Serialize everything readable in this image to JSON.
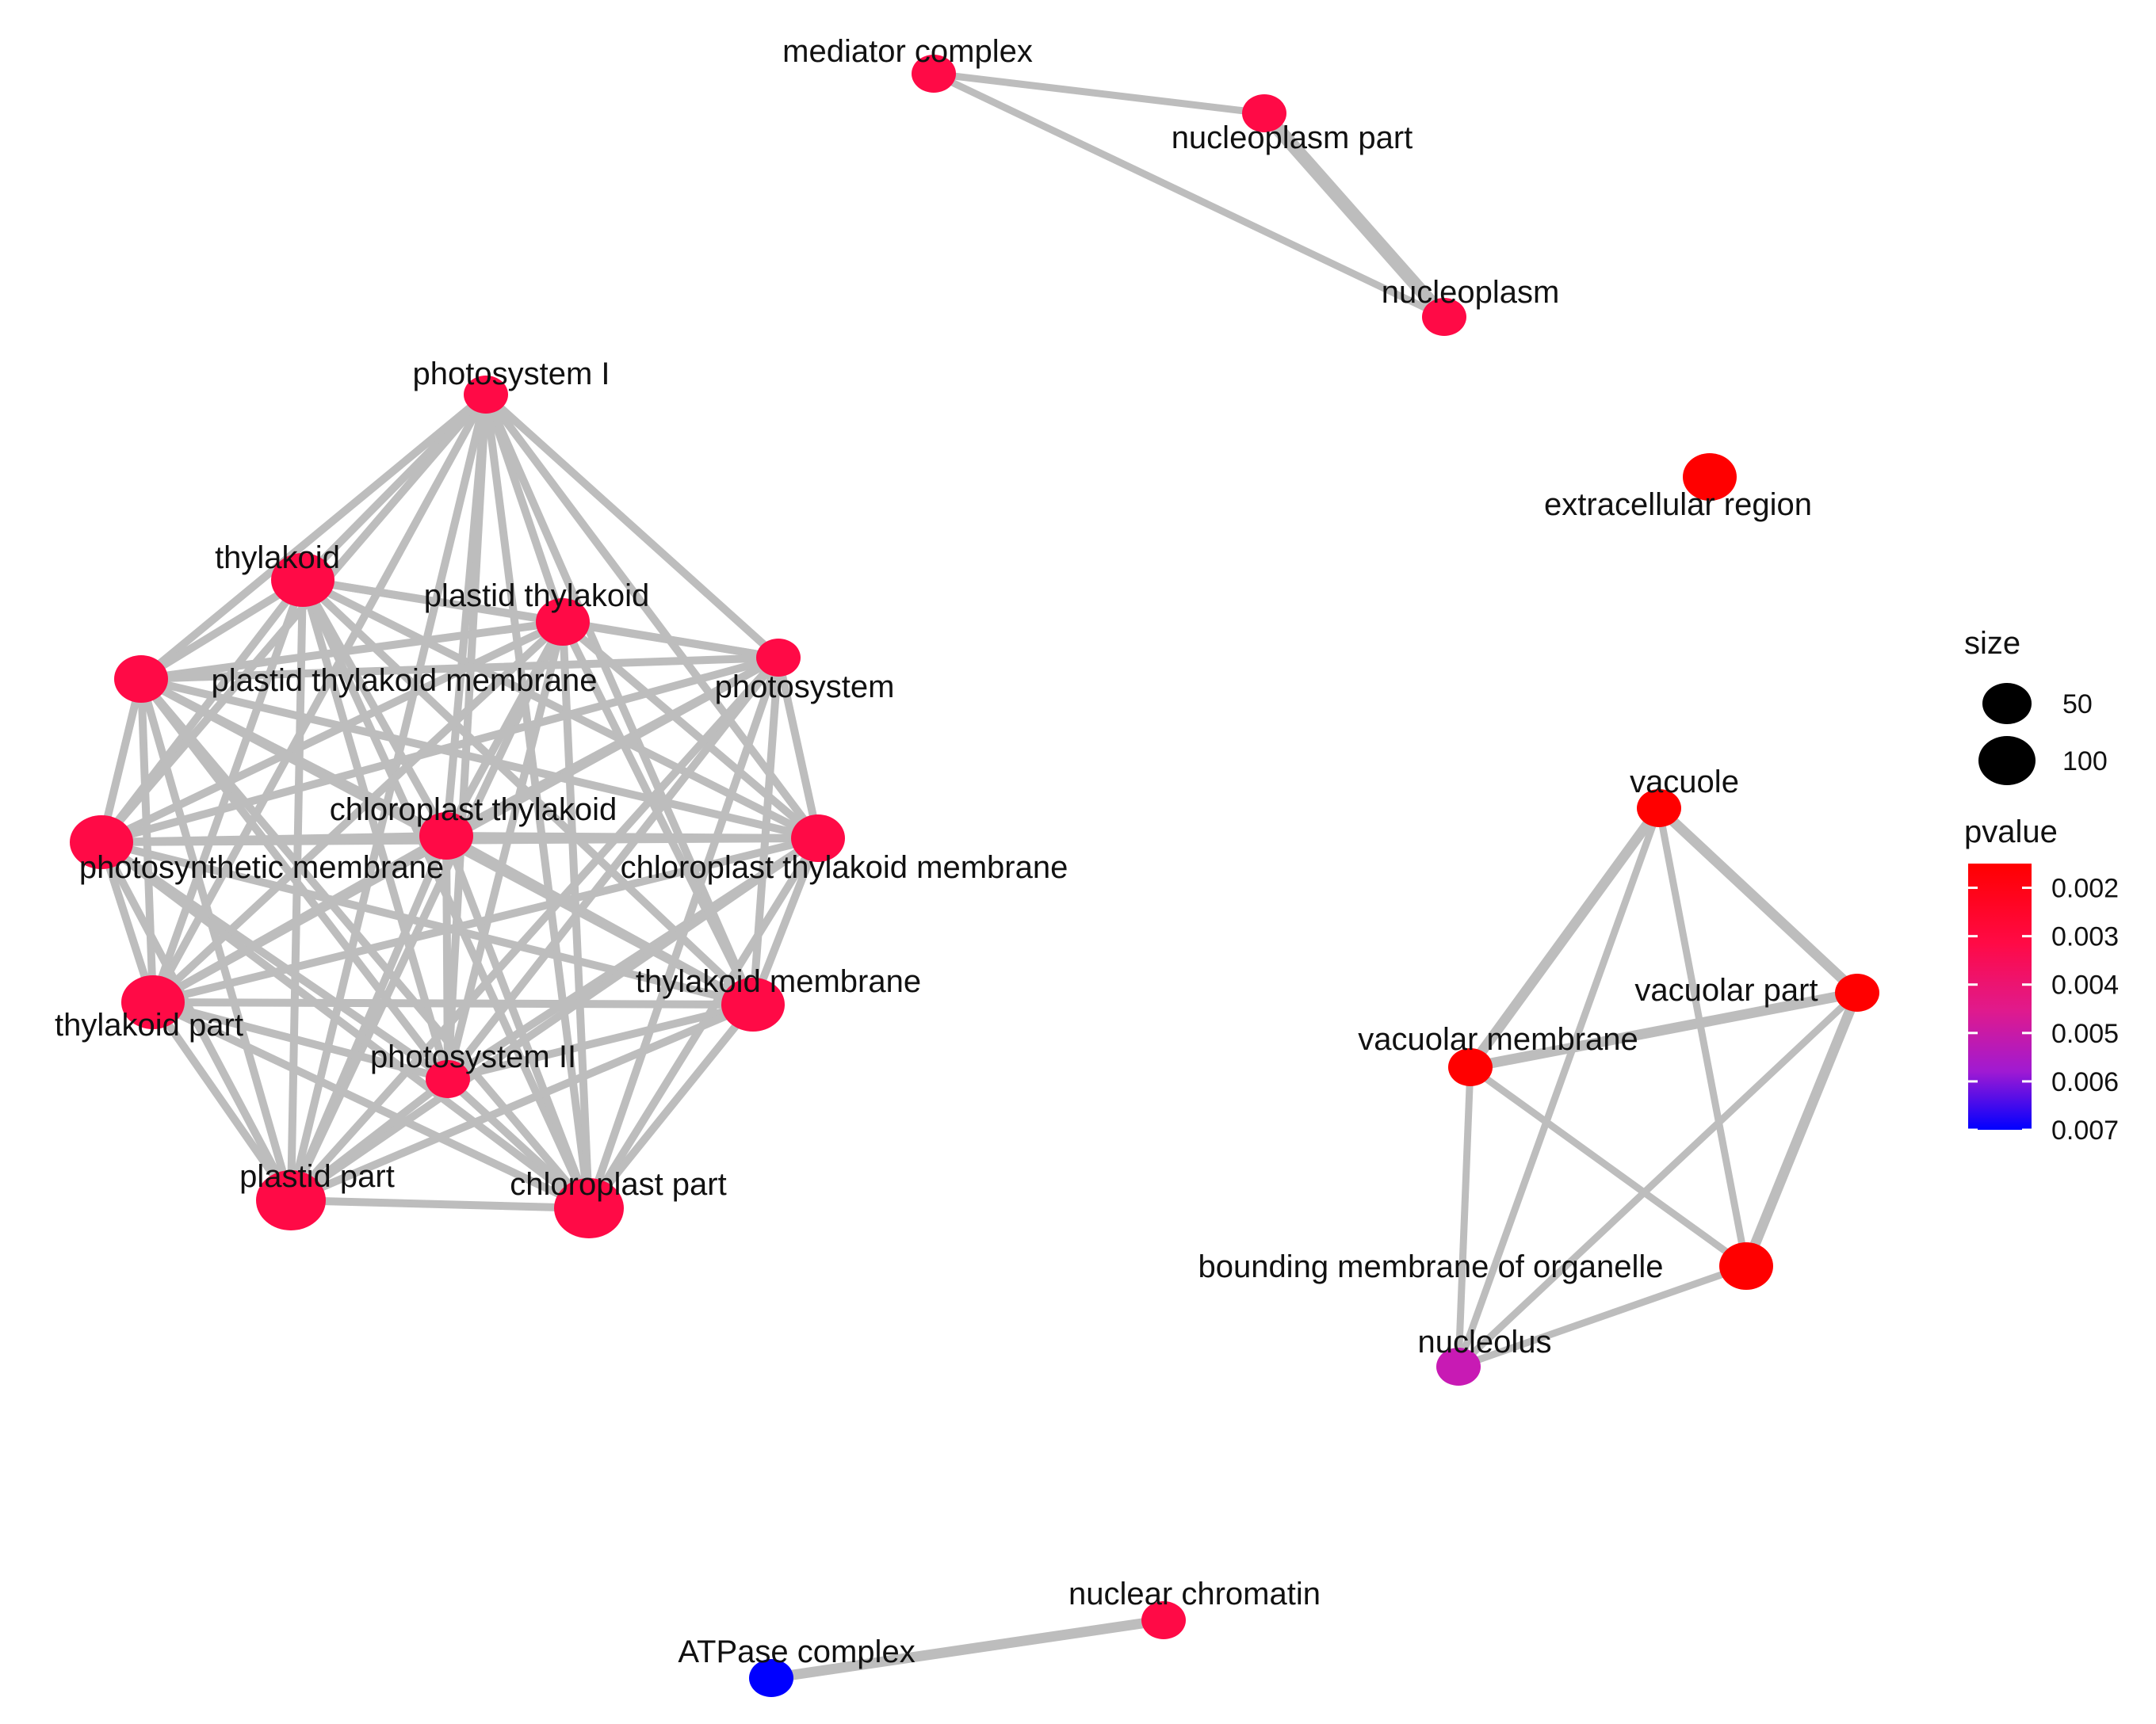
{
  "colors": {
    "low_pvalue": "#ff0000",
    "high_pvalue": "#0000ff",
    "edge": "#bdbdbd",
    "mid_red": "#ff0a46",
    "purple": "#c81ab4"
  },
  "nodes": [
    {
      "id": "mediator_complex",
      "label": "mediator complex",
      "color": "#ff0a46",
      "size_class": "small"
    },
    {
      "id": "nucleoplasm_part",
      "label": "nucleoplasm part",
      "color": "#ff0a46",
      "size_class": "small"
    },
    {
      "id": "nucleoplasm",
      "label": "nucleoplasm",
      "color": "#ff0a46",
      "size_class": "small"
    },
    {
      "id": "extracellular_region",
      "label": "extracellular region",
      "color": "#ff0000",
      "size_class": "medium"
    },
    {
      "id": "photosystem_i",
      "label": "photosystem I",
      "color": "#ff0a46",
      "size_class": "small"
    },
    {
      "id": "thylakoid",
      "label": "thylakoid",
      "color": "#ff0a46",
      "size_class": "large"
    },
    {
      "id": "plastid_thylakoid",
      "label": "plastid thylakoid",
      "color": "#ff0a46",
      "size_class": "medium"
    },
    {
      "id": "photosystem",
      "label": "photosystem",
      "color": "#ff0a46",
      "size_class": "small"
    },
    {
      "id": "plastid_thylakoid_membrane",
      "label": "plastid thylakoid membrane",
      "color": "#ff0a46",
      "size_class": "medium"
    },
    {
      "id": "chloroplast_thylakoid",
      "label": "chloroplast thylakoid",
      "color": "#ff0a46",
      "size_class": "medium"
    },
    {
      "id": "photosynthetic_membrane",
      "label": "photosynthetic membrane",
      "color": "#ff0a46",
      "size_class": "large"
    },
    {
      "id": "chloroplast_thylakoid_membrane",
      "label": "chloroplast thylakoid membrane",
      "color": "#ff0a46",
      "size_class": "medium"
    },
    {
      "id": "thylakoid_membrane",
      "label": "thylakoid membrane",
      "color": "#ff0a46",
      "size_class": "large"
    },
    {
      "id": "thylakoid_part",
      "label": "thylakoid part",
      "color": "#ff0a46",
      "size_class": "large"
    },
    {
      "id": "photosystem_ii",
      "label": "photosystem II",
      "color": "#ff0a46",
      "size_class": "small"
    },
    {
      "id": "plastid_part",
      "label": "plastid part",
      "color": "#ff0a46",
      "size_class": "xlarge"
    },
    {
      "id": "chloroplast_part",
      "label": "chloroplast part",
      "color": "#ff0a46",
      "size_class": "xlarge"
    },
    {
      "id": "vacuole",
      "label": "vacuole",
      "color": "#ff0000",
      "size_class": "small"
    },
    {
      "id": "vacuolar_part",
      "label": "vacuolar part",
      "color": "#ff0000",
      "size_class": "small"
    },
    {
      "id": "vacuolar_membrane",
      "label": "vacuolar membrane",
      "color": "#ff0000",
      "size_class": "small"
    },
    {
      "id": "bounding_membrane_of_organelle",
      "label": "bounding membrane of organelle",
      "color": "#ff0000",
      "size_class": "medium"
    },
    {
      "id": "nucleolus",
      "label": "nucleolus",
      "color": "#c81ab4",
      "size_class": "small"
    },
    {
      "id": "nuclear_chromatin",
      "label": "nuclear chromatin",
      "color": "#ff0a46",
      "size_class": "small"
    },
    {
      "id": "atpase_complex",
      "label": "ATPase complex",
      "color": "#0000ff",
      "size_class": "small"
    }
  ],
  "edges": [
    [
      "mediator_complex",
      "nucleoplasm_part",
      1
    ],
    [
      "mediator_complex",
      "nucleoplasm",
      1
    ],
    [
      "nucleoplasm_part",
      "nucleoplasm",
      3
    ],
    [
      "vacuole",
      "vacuolar_part",
      2
    ],
    [
      "vacuole",
      "vacuolar_membrane",
      2
    ],
    [
      "vacuole",
      "bounding_membrane_of_organelle",
      1
    ],
    [
      "vacuole",
      "nucleolus",
      1
    ],
    [
      "vacuolar_part",
      "vacuolar_membrane",
      2
    ],
    [
      "vacuolar_part",
      "bounding_membrane_of_organelle",
      2
    ],
    [
      "vacuolar_part",
      "nucleolus",
      1
    ],
    [
      "vacuolar_membrane",
      "bounding_membrane_of_organelle",
      1
    ],
    [
      "vacuolar_membrane",
      "nucleolus",
      1
    ],
    [
      "bounding_membrane_of_organelle",
      "nucleolus",
      1
    ],
    [
      "nuclear_chromatin",
      "atpase_complex",
      2
    ]
  ],
  "clique": {
    "members": [
      "photosystem_i",
      "thylakoid",
      "plastid_thylakoid",
      "photosystem",
      "plastid_thylakoid_membrane",
      "chloroplast_thylakoid",
      "photosynthetic_membrane",
      "chloroplast_thylakoid_membrane",
      "thylakoid_membrane",
      "thylakoid_part",
      "photosystem_ii",
      "plastid_part",
      "chloroplast_part"
    ],
    "weight": 1.5
  },
  "legend": {
    "size_title": "size",
    "size_items": [
      {
        "label": "50",
        "size_class": "legend50"
      },
      {
        "label": "100",
        "size_class": "legend100"
      }
    ],
    "pvalue_title": "pvalue",
    "pvalue_ticks": [
      {
        "label": "0.002",
        "value": 0.002
      },
      {
        "label": "0.003",
        "value": 0.003
      },
      {
        "label": "0.004",
        "value": 0.004
      },
      {
        "label": "0.005",
        "value": 0.005
      },
      {
        "label": "0.006",
        "value": 0.006
      },
      {
        "label": "0.007",
        "value": 0.007
      }
    ],
    "pvalue_range": [
      0.0015,
      0.007
    ],
    "gradient": [
      "#ff0000",
      "#ff0a46",
      "#e01a8c",
      "#a01ad2",
      "#0000ff"
    ]
  }
}
